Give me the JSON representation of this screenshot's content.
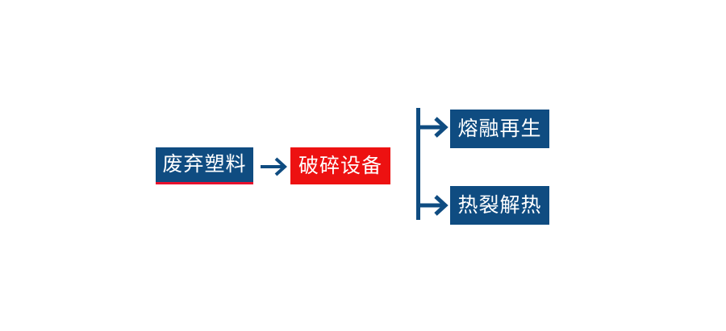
{
  "diagram": {
    "type": "flow-diagram",
    "title": "",
    "background_color": "#ffffff",
    "colors": {
      "primary_blue": "#0f4c81",
      "accent_red": "#ed1111",
      "underline_red": "#e8112d",
      "connector_blue": "#0f4c81",
      "node_text": "#ffffff"
    },
    "nodes": {
      "source": {
        "label": "废弃塑料",
        "fill": "#0f4c81",
        "text_color": "#ffffff",
        "accent_border": "#e8112d"
      },
      "process": {
        "label": "破碎设备",
        "fill": "#ed1111",
        "text_color": "#ffffff"
      },
      "outcomes": [
        {
          "label": "熔融再生",
          "fill": "#0f4c81",
          "text_color": "#ffffff"
        },
        {
          "label": "热裂解热",
          "fill": "#0f4c81",
          "text_color": "#ffffff"
        }
      ]
    },
    "connectors": {
      "source_to_process": {
        "icon": "arrow-right-icon",
        "color": "#0f4c81"
      },
      "process_to_outcomes": {
        "icon": "branch-bracket-arrows-icon",
        "color": "#0f4c81",
        "branch_count": 2
      }
    }
  }
}
